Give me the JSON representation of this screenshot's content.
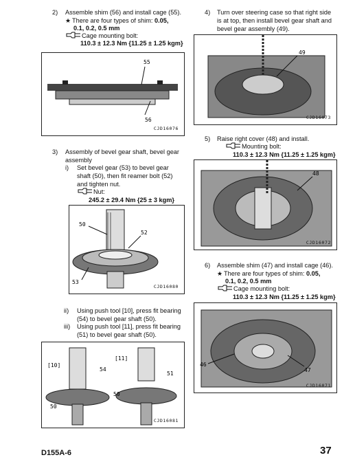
{
  "left": {
    "step2": {
      "num": "2)",
      "text": "Assemble shim (56) and install cage (55).",
      "note_a": "There are four types of shim:",
      "note_b": "0.05,",
      "note_c": "0.1, 0.2, 0.5 mm",
      "torque_label": "Cage mounting bolt:",
      "torque_value": "110.3 ± 12.3 Nm {11.25 ± 1.25 kgm}",
      "figure": {
        "id": "CJD16076",
        "label_a": "55",
        "label_b": "56"
      }
    },
    "step3": {
      "num": "3)",
      "line1": "Assembly of bevel gear shaft, bevel gear",
      "line2": "assembly",
      "sub_i_num": "i)",
      "sub_i_1": "Set bevel gear (53) to bevel gear",
      "sub_i_2": "shaft (50), then fit reamer bolt (52)",
      "sub_i_3": "and tighten nut.",
      "nut_label": "Nut:",
      "nut_value": "245.2 ± 29.4 Nm {25 ± 3 kgm}",
      "figure": {
        "id": "CJD16080",
        "label_a": "50",
        "label_b": "52",
        "label_c": "53"
      }
    },
    "step3b": {
      "ii_num": "ii)",
      "ii_1": "Using push tool [10], press fit bearing",
      "ii_2": "(54) to bevel gear shaft (50).",
      "iii_num": "iii)",
      "iii_1": "Using push tool [11], press fit bearing",
      "iii_2": "(51) to bevel gear shaft (50).",
      "figure": {
        "id": "CJD16081",
        "tool_a": "[10]",
        "tool_b": "[11]",
        "label_54": "54",
        "label_51": "51",
        "label_50a": "50",
        "label_50b": "50"
      }
    }
  },
  "right": {
    "step4": {
      "num": "4)",
      "l1": "Turn over steering case so that right side",
      "l2": "is at top, then install bevel gear shaft and",
      "l3": "bevel gear assembly (49).",
      "figure": {
        "id": "CJD16073",
        "label": "49"
      }
    },
    "step5": {
      "num": "5)",
      "l1": "Raise right cover (48) and install.",
      "torque_label": "Mounting bolt:",
      "torque_value": "110.3 ± 12.3 Nm {11.25 ± 1.25 kgm}",
      "figure": {
        "id": "CJD16072",
        "label": "48"
      }
    },
    "step6": {
      "num": "6)",
      "l1": "Assemble shim (47) and install cage (46).",
      "note_a": "There are four types of shim:",
      "note_b": "0.05,",
      "note_c": "0.1, 0.2, 0.5 mm",
      "torque_label": "Cage mounting bolt:",
      "torque_value": "110.3 ± 12.3 Nm {11.25 ± 1.25 kgm}",
      "figure": {
        "id": "CJD16071",
        "label_a": "46",
        "label_b": "47"
      }
    }
  },
  "footer": {
    "model": "D155A-6",
    "page": "37"
  },
  "icons": {
    "note": "star-icon",
    "torque": "wrench-icon"
  }
}
